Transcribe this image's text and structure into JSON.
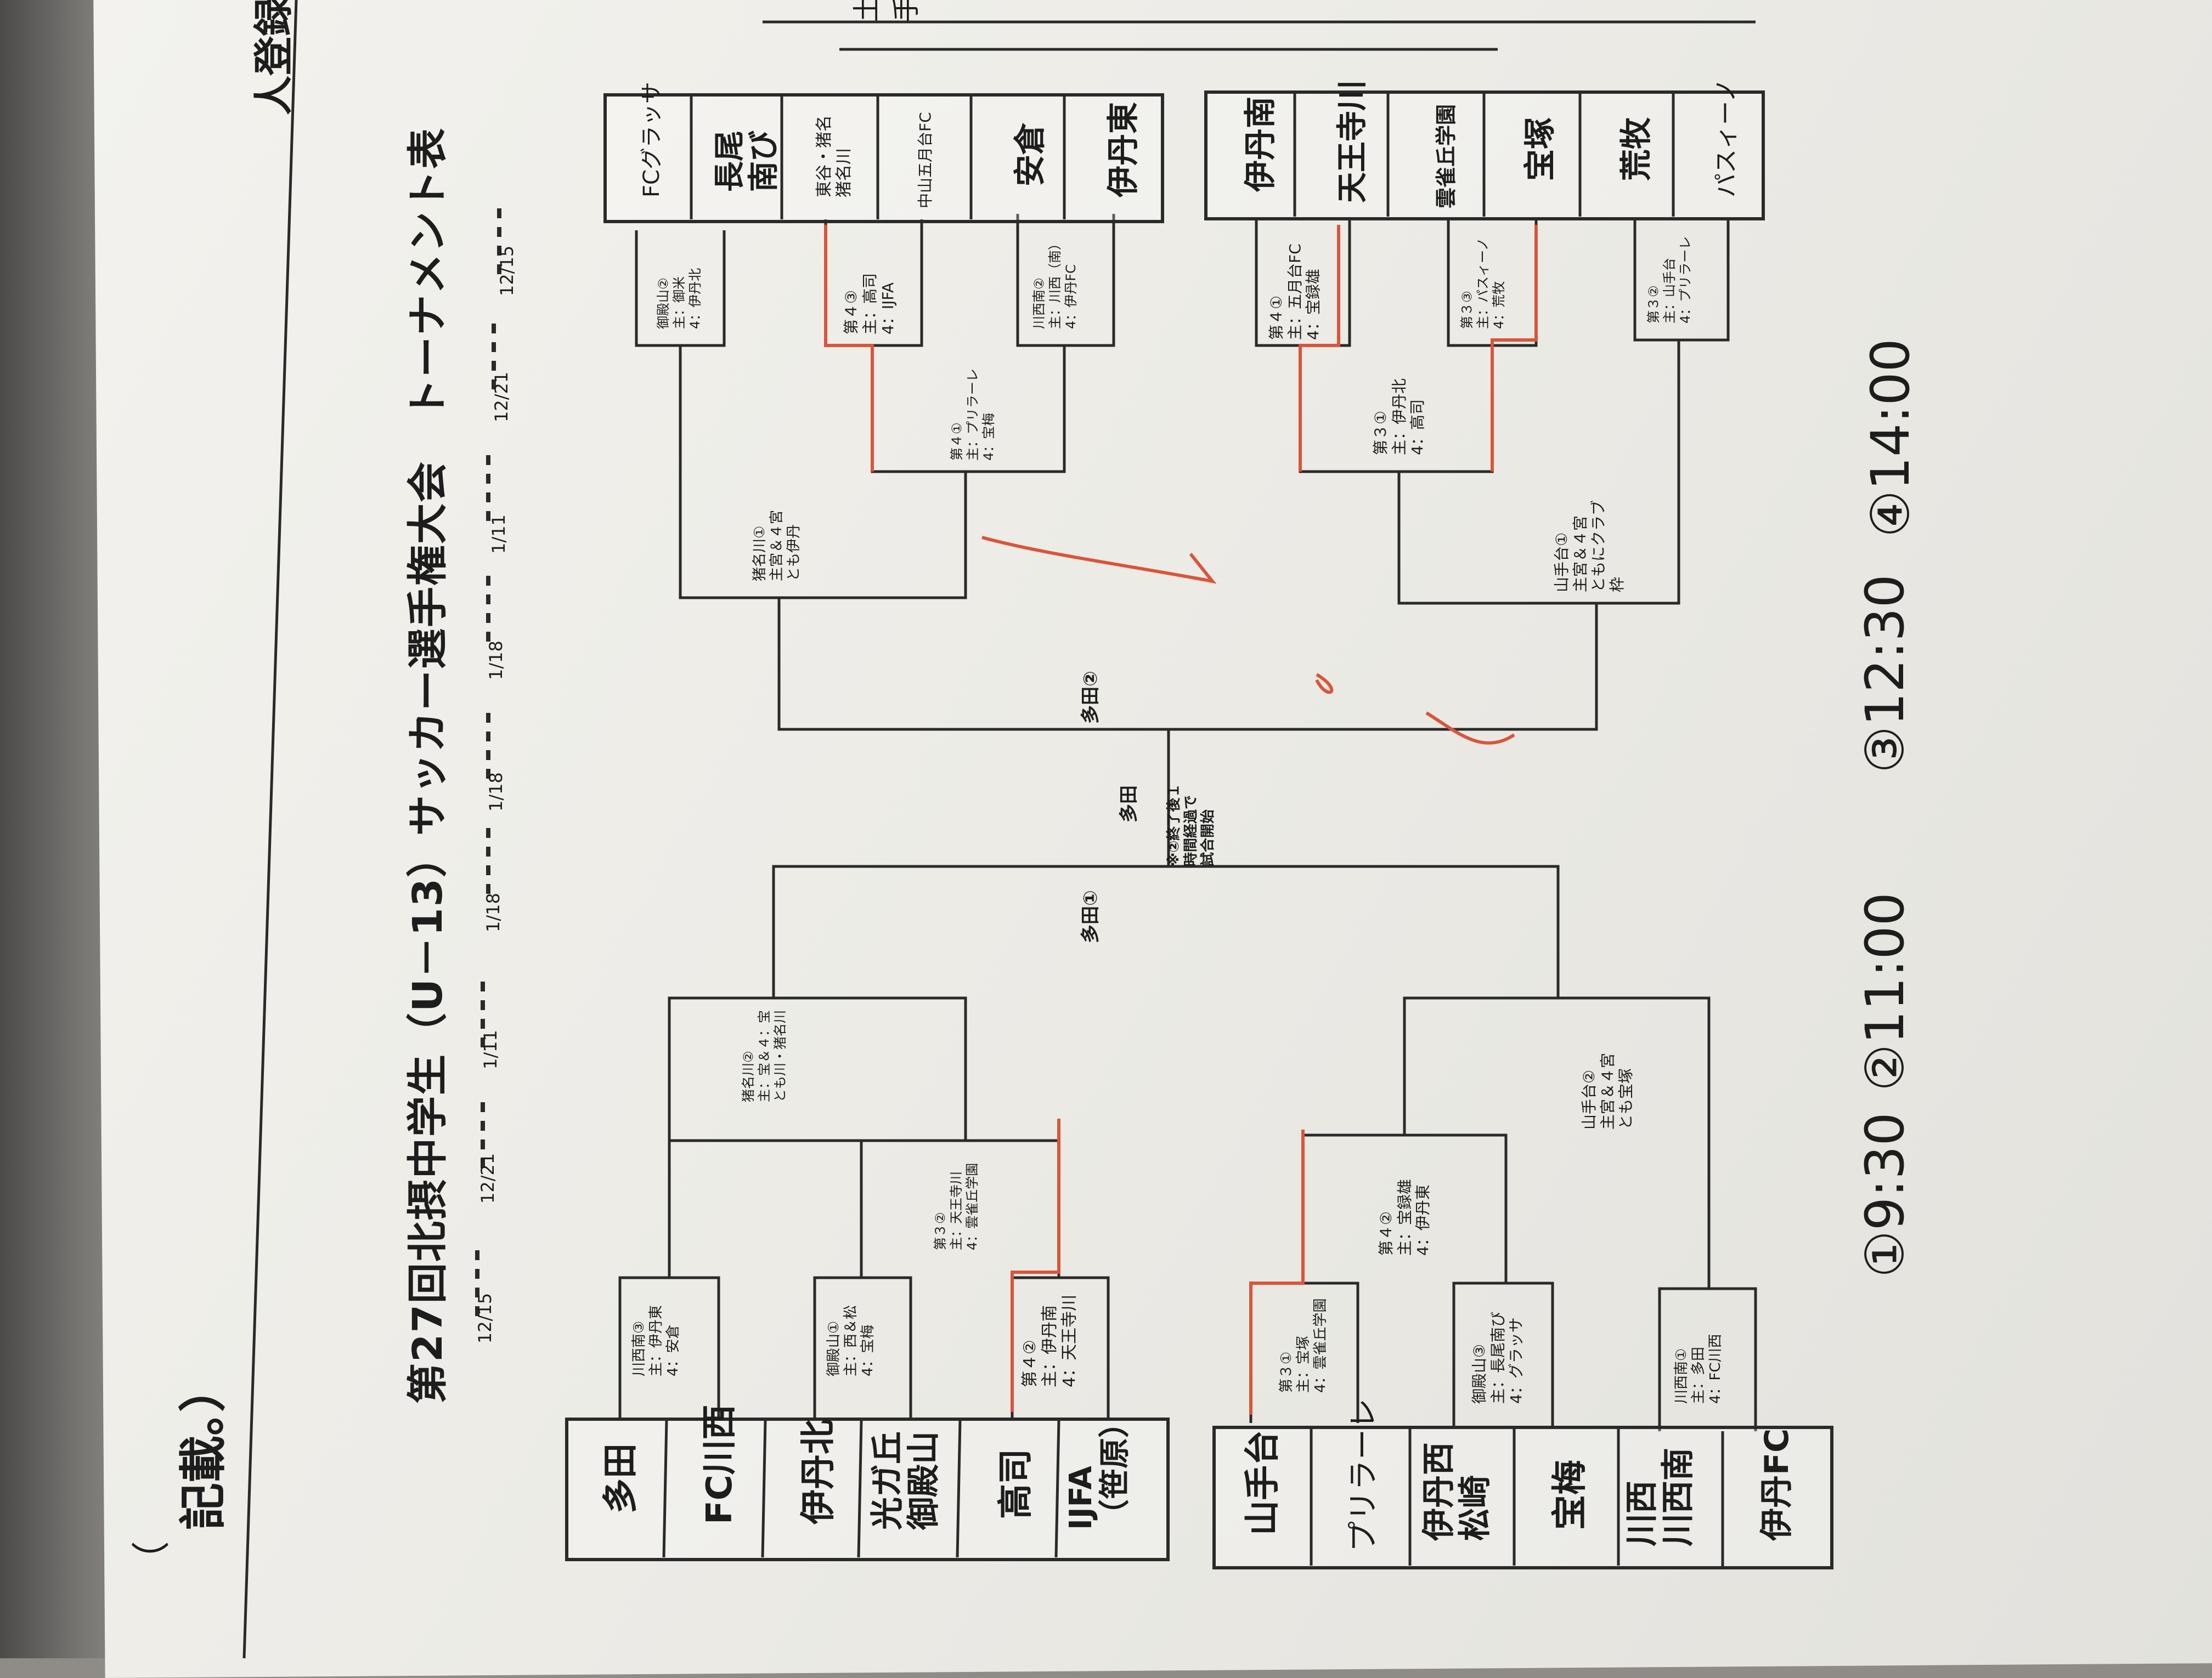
{
  "top_fragments": {
    "left_edge": "（",
    "remark": "記載。）",
    "right_top": "人登録が",
    "right_corner": "土\n手"
  },
  "title": "第27回北摂中学生（U－13）サッカー選手権大会　トーナメント表",
  "round_dates": [
    "12/15",
    "12/21",
    "1/11",
    "1/18",
    "1/18",
    "1/18",
    "1/11",
    "12/21",
    "12/15"
  ],
  "left_block_A": {
    "teams": [
      "多田",
      "FC川西",
      "伊丹北",
      "光ガ丘\n御殿山",
      "高司",
      "IJFA\n（笹原）"
    ],
    "r1_notes": [
      "川西南③\n主：伊丹東\n4：安倉",
      "御殿山①\n主：西＆松\n4：宝梅",
      "第４②\n主：伊丹南\n4：天王寺川"
    ],
    "r2_notes": [
      "第３②\n主：天王寺川\n4：雲雀丘学園"
    ],
    "r3_notes": [
      "猪名川②\n主：宝＆４：宝\nとも川・猪名川"
    ]
  },
  "left_block_B": {
    "teams": [
      "山手台",
      "プリラーレ",
      "伊丹西\n松崎",
      "宝梅",
      "川西\n川西南",
      "伊丹FC"
    ],
    "r1_notes": [
      "第３①\n主：宝塚\n4：雲雀丘学園",
      "御殿山③\n主：長尾南び\n4：グラッサ",
      "川西南①\n主：多田\n4：FC川西"
    ],
    "r2_notes": [
      "第４②\n主：宝録雄\n4：伊丹東"
    ],
    "r3_notes": [
      "山手台②\n主宮＆４宮\nとも宝塚"
    ]
  },
  "right_block_A": {
    "teams": [
      "FCグラッサ",
      "長尾\n南び",
      "東谷・猪名\n猪名川",
      "中山五月台FC",
      "安倉",
      "伊丹東"
    ],
    "r1_notes": [
      "御殿山②\n主：御米\n4：伊丹北",
      "第４③\n主：高司\n4：IJFA",
      "川西南②\n主：川西（南）\n4：伊丹FC"
    ],
    "r2_notes": [
      "第４①\n主：プリラーレ\n4：宝梅"
    ],
    "r3_notes": [
      "猪名川①\n主宮＆４宮\nとも伊丹"
    ]
  },
  "right_block_B": {
    "teams": [
      "伊丹南",
      "天王寺川",
      "雲雀丘学園",
      "宝塚",
      "荒牧",
      "パスィーノ"
    ],
    "r1_notes": [
      "第４①\n主：五月台FC\n4：宝録雄",
      "第３③\n主：パスィーノ\n4：荒牧",
      "第３②\n主：山手台\n4：プリラーレ"
    ],
    "r2_notes": [
      "第３①\n主：伊丹北\n4：高司"
    ],
    "r3_notes": [
      "山手台①\n主宮＆４宮\nともにクラブ\n枠"
    ]
  },
  "semi_left": "多田①",
  "semi_right": "多田②",
  "final_venue": "多田",
  "final_note": "※②終了後１\n時間経過で\n試合開始",
  "kickoff_times": [
    "①9:30",
    "②11:00",
    "③12:30",
    "④14:00"
  ]
}
